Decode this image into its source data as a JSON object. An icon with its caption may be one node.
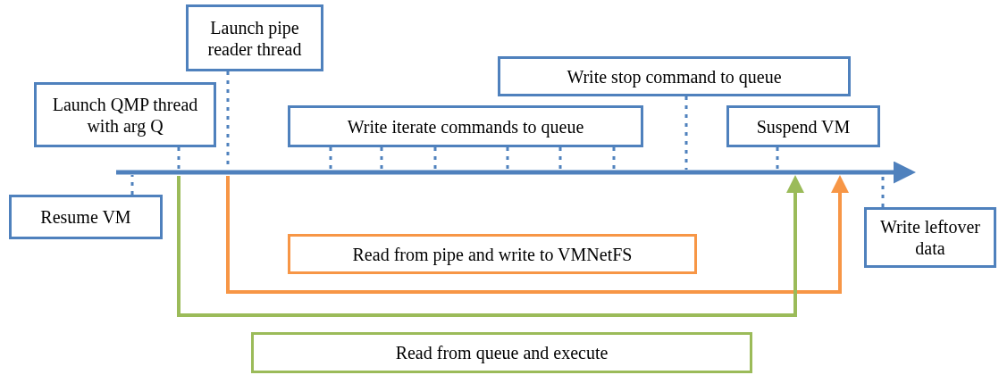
{
  "diagram": {
    "nodes": [
      {
        "text": [
          "Launch pipe reader thread"
        ]
      },
      {
        "text": [
          "Write stop command to queue"
        ]
      },
      {
        "text": [
          "Launch QMP thread with arg Q"
        ]
      },
      {
        "text": [
          "Write iterate commands to queue"
        ]
      },
      {
        "text": [
          "Suspend VM"
        ]
      },
      {
        "text": [
          "Resume VM"
        ]
      },
      {
        "text": [
          "Write leftover data"
        ]
      },
      {
        "text": [
          "Read from pipe and write to VMNetFS"
        ]
      },
      {
        "text": [
          "Read from queue and execute"
        ]
      }
    ],
    "edges": [
      {
        "from": 0,
        "to": null,
        "arrow": "none",
        "style": "dashed"
      },
      {
        "from": 1,
        "to": null,
        "arrow": "none",
        "style": "dashed"
      },
      {
        "from": 2,
        "to": null,
        "arrow": "none",
        "style": "dashed"
      },
      {
        "from": 3,
        "to": null,
        "arrow": "none",
        "style": "dashed"
      },
      {
        "from": 3,
        "to": null,
        "arrow": "none",
        "style": "dashed"
      },
      {
        "from": 3,
        "to": null,
        "arrow": "none",
        "style": "dashed"
      },
      {
        "from": 3,
        "to": null,
        "arrow": "none",
        "style": "dashed"
      },
      {
        "from": 3,
        "to": null,
        "arrow": "none",
        "style": "dashed"
      },
      {
        "from": 3,
        "to": null,
        "arrow": "none",
        "style": "dashed"
      },
      {
        "from": 4,
        "to": null,
        "arrow": "none",
        "style": "dashed"
      },
      {
        "from": 5,
        "to": null,
        "arrow": "none",
        "style": "dashed"
      },
      {
        "from": 6,
        "to": null,
        "arrow": "none",
        "style": "dashed"
      }
    ]
  }
}
